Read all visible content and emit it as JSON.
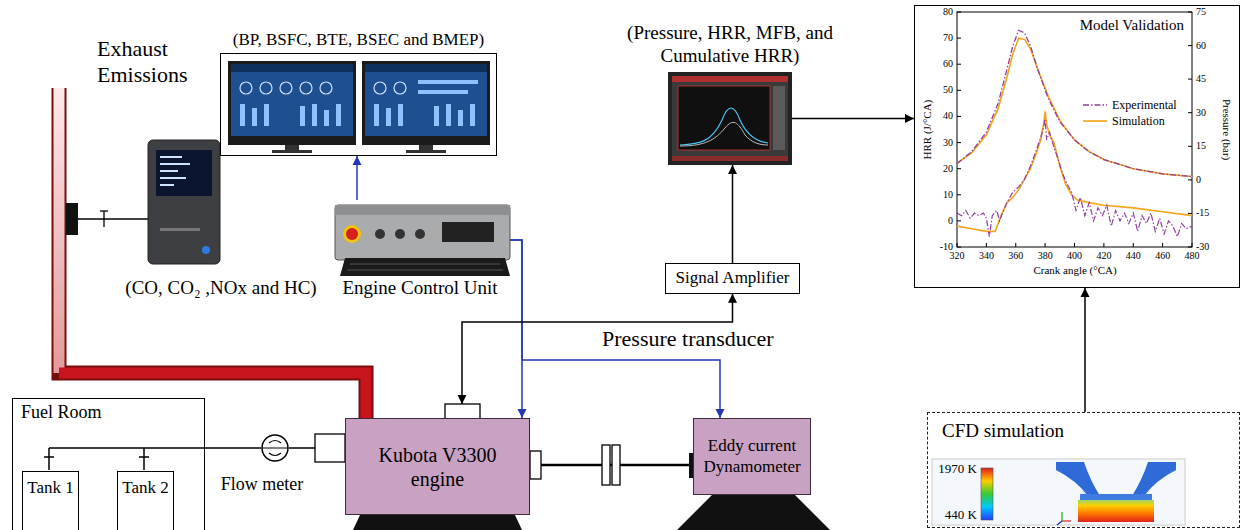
{
  "diagram": {
    "nodes": [
      {
        "text": [
          "(BP, BSFC, BTE, BSEC and BMEP)"
        ]
      },
      {
        "text": [
          "(Pressure, HRR, MFB, and Cumulative HRR)"
        ]
      },
      {
        "text": [
          "Model Validation"
        ]
      },
      {
        "text": [
          "(CO, CO₂ ,NOx and HC)"
        ]
      },
      {
        "text": [
          "Engine Control Unit"
        ]
      },
      {
        "text": [
          "Signal Amplifier"
        ]
      },
      {
        "text": [
          "Fuel Room"
        ]
      },
      {
        "text": [
          "Tank 1"
        ],
        "in": 6
      },
      {
        "text": [
          "Tank 2"
        ],
        "in": 6
      },
      {
        "text": [
          "Flow meter"
        ]
      },
      {
        "text": [
          "Kubota V3300 engine"
        ]
      },
      {
        "text": [
          "Eddy current Dynamometer"
        ]
      },
      {
        "text": [
          "CFD simulation"
        ]
      }
    ],
    "edges": [
      {
        "from": 4,
        "to": 0,
        "arrow": "to"
      },
      {
        "from": 4,
        "to": 10,
        "arrow": "to"
      },
      {
        "from": 4,
        "to": 11,
        "arrow": "to"
      },
      {
        "from": 5,
        "to": 1,
        "arrow": "to"
      },
      {
        "from": 1,
        "to": 2,
        "arrow": "to"
      },
      {
        "from": 5,
        "to": 10,
        "label": "Pressure transducer",
        "arrow": "both"
      },
      {
        "from": 12,
        "to": 2,
        "arrow": "to"
      },
      {
        "from": 6,
        "to": 9,
        "arrow": "none"
      },
      {
        "from": 9,
        "to": 10,
        "arrow": "none"
      },
      {
        "from": 10,
        "to": 11,
        "arrow": "none"
      }
    ],
    "labels": [
      "Exhaust Emissions",
      "1970 K",
      "440 K",
      "HRR (J/°CA)",
      "Pressure (bar)",
      "Crank angle (°CA)",
      "80",
      "70",
      "60",
      "50",
      "40",
      "30",
      "20",
      "10",
      "0",
      "-10",
      "75",
      "60",
      "45",
      "30",
      "15",
      "0",
      "-15",
      "-30",
      "320",
      "340",
      "360",
      "380",
      "400",
      "420",
      "440",
      "460",
      "480"
    ],
    "legend": [
      {
        "text": "Experimental"
      },
      {
        "text": "Simulation"
      }
    ]
  }
}
